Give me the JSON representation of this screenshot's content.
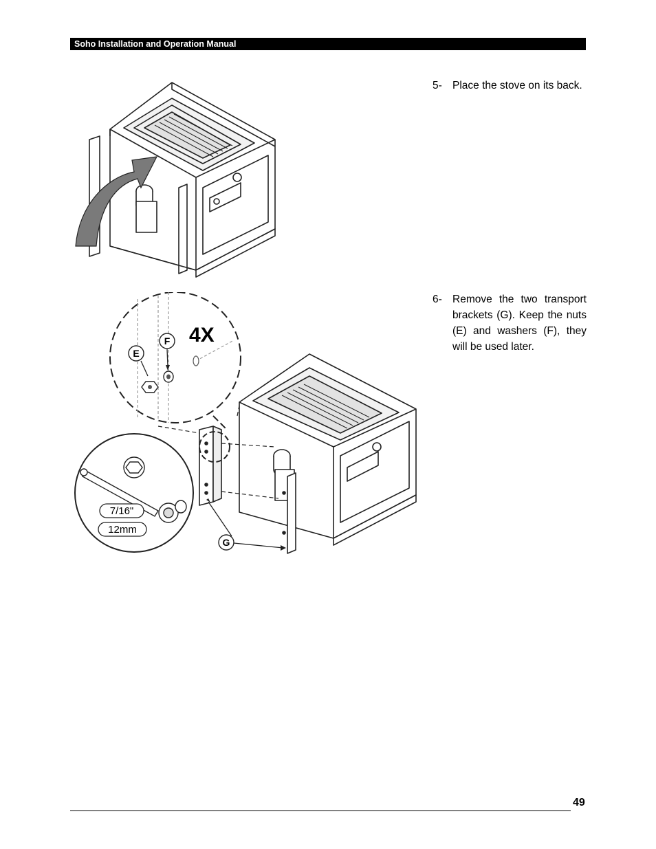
{
  "header": {
    "title": "Soho Installation and Operation Manual"
  },
  "steps": [
    {
      "number": "5-",
      "text": "Place the stove on its back."
    },
    {
      "number": "6-",
      "text": "Remove the two transport brackets (G). Keep the nuts (E) and washers (F), they will be used later."
    }
  ],
  "figure2": {
    "quantity_label": "4X",
    "callout_nut": "E",
    "callout_washer": "F",
    "callout_bracket": "G",
    "tool_size_imperial": "7/16\"",
    "tool_size_metric": "12mm"
  },
  "footer": {
    "page_number": "49"
  }
}
